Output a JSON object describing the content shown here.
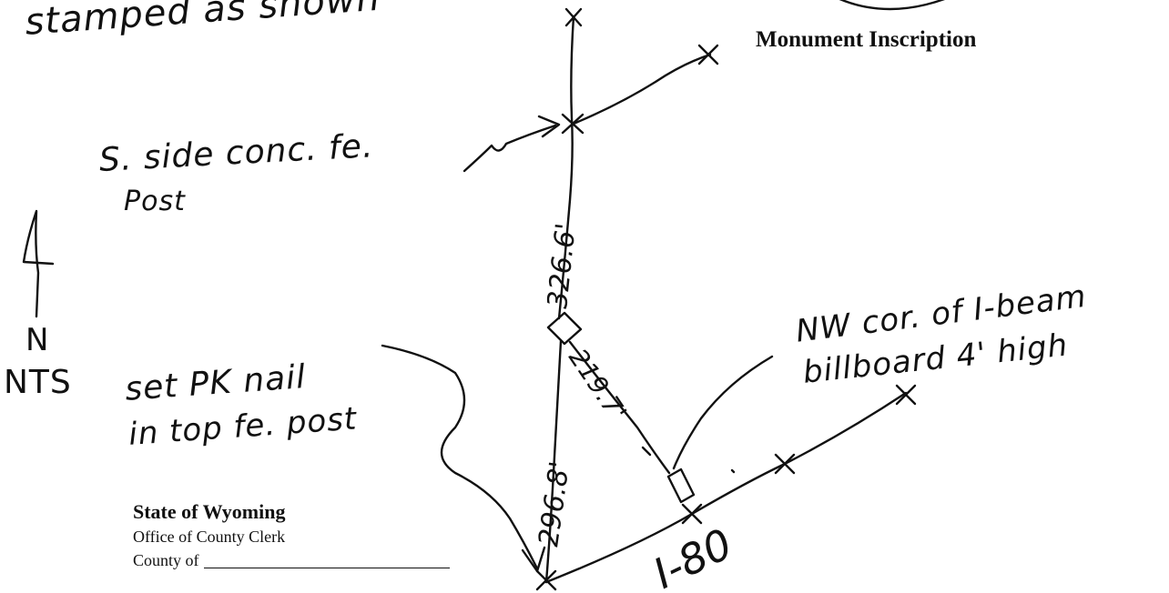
{
  "handwriting": {
    "stamped": "stamped as shown",
    "fence_post_line1": "S. side conc. fe.",
    "fence_post_line2": "Post",
    "north_letter": "N",
    "nts": "NTS",
    "pk_nail_line1": "set PK nail",
    "pk_nail_line2": "in top fe. post",
    "billboard_line1": "NW cor. of I-beam",
    "billboard_line2": "billboard 4' high",
    "dist_north": "326.6'",
    "dist_diag": "219.7'",
    "dist_south": "296.8'",
    "highway": "I-80"
  },
  "printed": {
    "monument_inscription": "Monument Inscription",
    "state": "State of Wyoming",
    "office": "Office of County Clerk",
    "county_label": "County of"
  }
}
